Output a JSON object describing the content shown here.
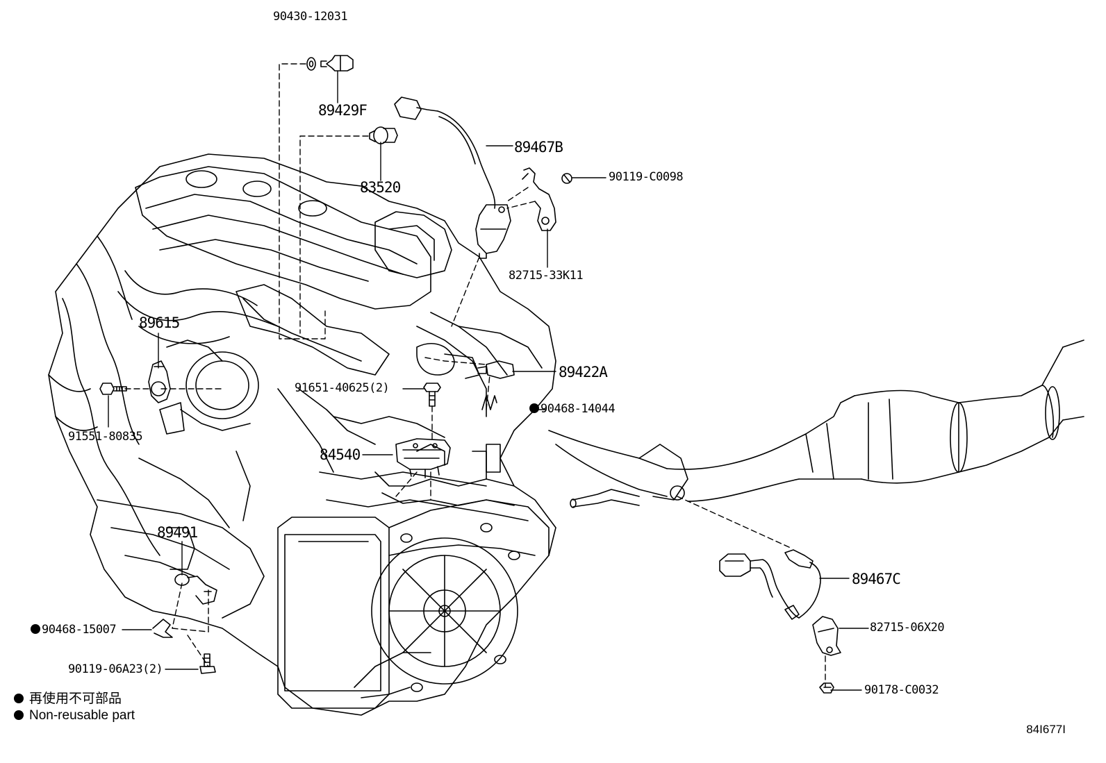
{
  "parts": {
    "p90430_12031": "90430-12031",
    "p89429F": "89429F",
    "p83520": "83520",
    "p89467B": "89467B",
    "p90119_C0098": "90119-C0098",
    "p82715_33K11": "82715-33K11",
    "p89615": "89615",
    "p89422A": "89422A",
    "p91651_40625": "91651-40625(2)",
    "p90468_14044": "90468-14044",
    "p91551_80835": "91551-80835",
    "p84540": "84540",
    "p89491": "89491",
    "p89467C": "89467C",
    "p82715_06X20": "82715-06X20",
    "p90468_15007": "90468-15007",
    "p90119_06A23": "90119-06A23(2)",
    "p90178_C0032": "90178-C0032"
  },
  "legend": {
    "line1": "再使用不可部品",
    "line2": "Non-reusable part"
  },
  "illustration_code": "84I677I"
}
